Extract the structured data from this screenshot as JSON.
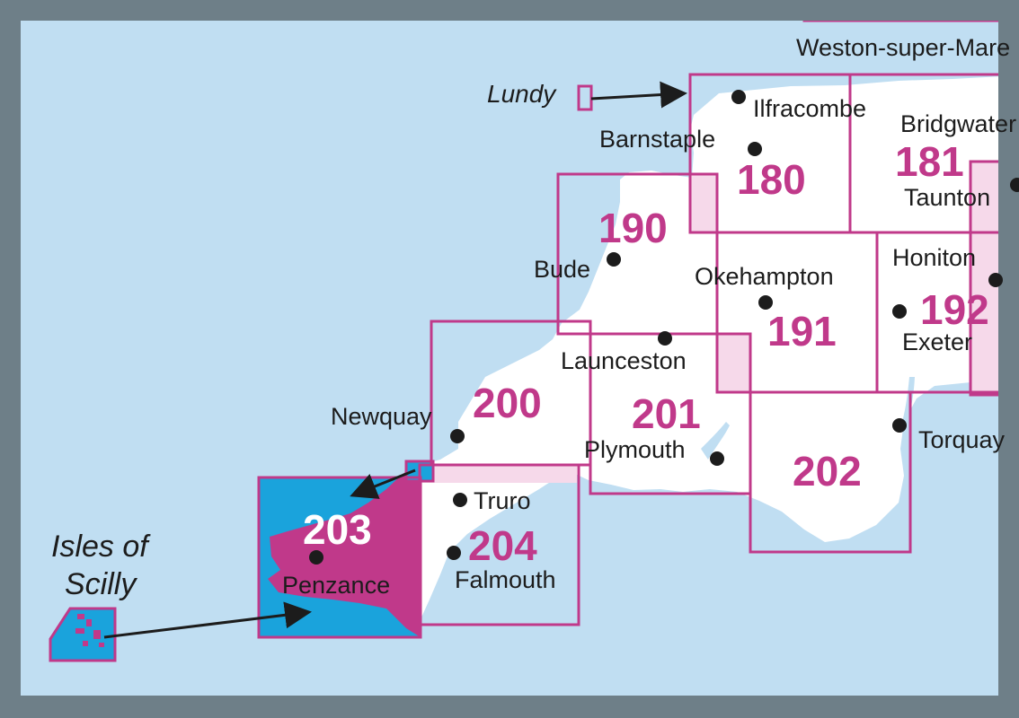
{
  "colors": {
    "frame": "#6e7f88",
    "sea": "#c0def2",
    "land": "#ffffff",
    "grey_land": "#cfcdcb",
    "sheet_border": "#c0398a",
    "sheet_number": "#c0398a",
    "overlap_fill": "#f6d9ea",
    "inset_sea": "#1aa3dc",
    "inset_land": "#c0398a",
    "dot": "#1c1c1c",
    "arrow": "#1c1c1c"
  },
  "sheets": [
    "180",
    "181",
    "190",
    "191",
    "192",
    "200",
    "201",
    "202",
    "203",
    "204"
  ],
  "places": {
    "weston": "Weston-super-Mare",
    "lundy": "Lundy",
    "ilfracombe": "Ilfracombe",
    "barnstaple": "Barnstaple",
    "bridgwater": "Bridgwater",
    "taunton": "Taunton",
    "bude": "Bude",
    "okehampton": "Okehampton",
    "honiton": "Honiton",
    "exeter": "Exeter",
    "launceston": "Launceston",
    "newquay": "Newquay",
    "plymouth": "Plymouth",
    "torquay": "Torquay",
    "truro": "Truro",
    "falmouth": "Falmouth",
    "penzance": "Penzance",
    "scilly_line1": "Isles of",
    "scilly_line2": "Scilly"
  },
  "arrow_links": [
    {
      "from": "Lundy",
      "to": "180"
    },
    {
      "from": "203",
      "to": "203"
    },
    {
      "from": "Isles of Scilly",
      "to": "203"
    }
  ]
}
